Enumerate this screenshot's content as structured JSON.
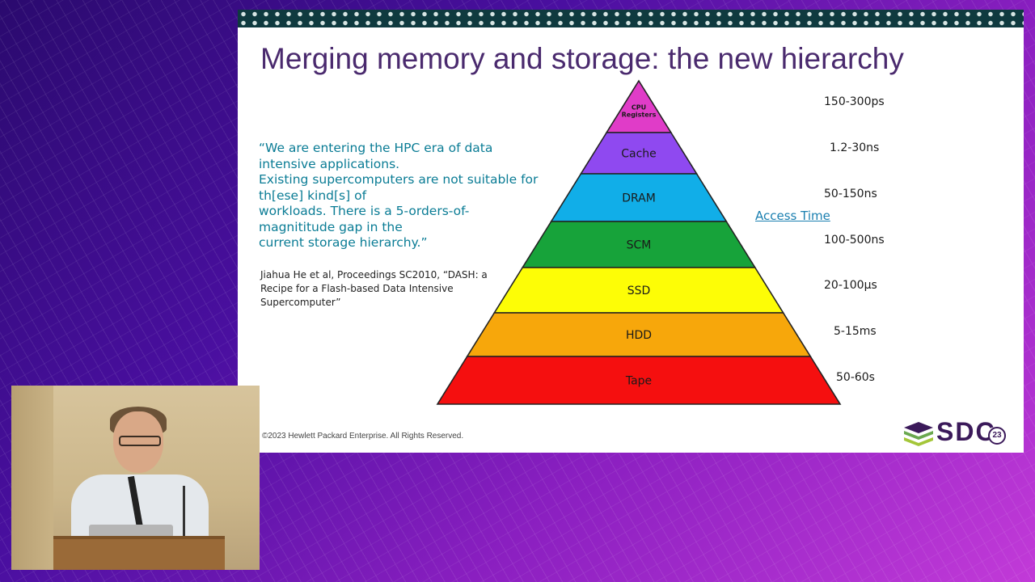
{
  "slide": {
    "title": "Merging memory and storage: the new hierarchy",
    "quote_lines": [
      "“We are entering the HPC era of data",
      "intensive applications.",
      "Existing supercomputers are not suitable for",
      "th[ese] kind[s] of",
      "workloads. There is a 5-orders-of-",
      "magnititude gap in the",
      "current storage hierarchy.”"
    ],
    "citation_lines": [
      "Jiahua He et al, Proceedings SC2010, “DASH: a",
      "Recipe for a Flash-based Data Intensive",
      "Supercomputer”"
    ],
    "access_time_link": "Access Time",
    "copyright": "©2023 Hewlett Packard Enterprise. All Rights Reserved.",
    "logo_text": "SDC",
    "logo_year": "23"
  },
  "pyramid": {
    "tiers": [
      {
        "label_lines": [
          "CPU",
          "Registers"
        ],
        "color": "#e03cc8",
        "access_time": "150-300ps"
      },
      {
        "label_lines": [
          "Cache"
        ],
        "color": "#8f49f0",
        "access_time": "1.2-30ns"
      },
      {
        "label_lines": [
          "DRAM"
        ],
        "color": "#11aee8",
        "access_time": "50-150ns"
      },
      {
        "label_lines": [
          "SCM"
        ],
        "color": "#17a33a",
        "access_time": "100-500ns"
      },
      {
        "label_lines": [
          "SSD"
        ],
        "color": "#fdfd06",
        "access_time": "20-100µs"
      },
      {
        "label_lines": [
          "HDD"
        ],
        "color": "#f7a70b",
        "access_time": "5-15ms"
      },
      {
        "label_lines": [
          "Tape"
        ],
        "color": "#f50f0f",
        "access_time": "50-60s"
      }
    ]
  },
  "colors": {
    "title": "#4a2a6e",
    "quote": "#0a7c95",
    "link": "#1a7fb0",
    "top_bar": "#0f3a3f"
  }
}
